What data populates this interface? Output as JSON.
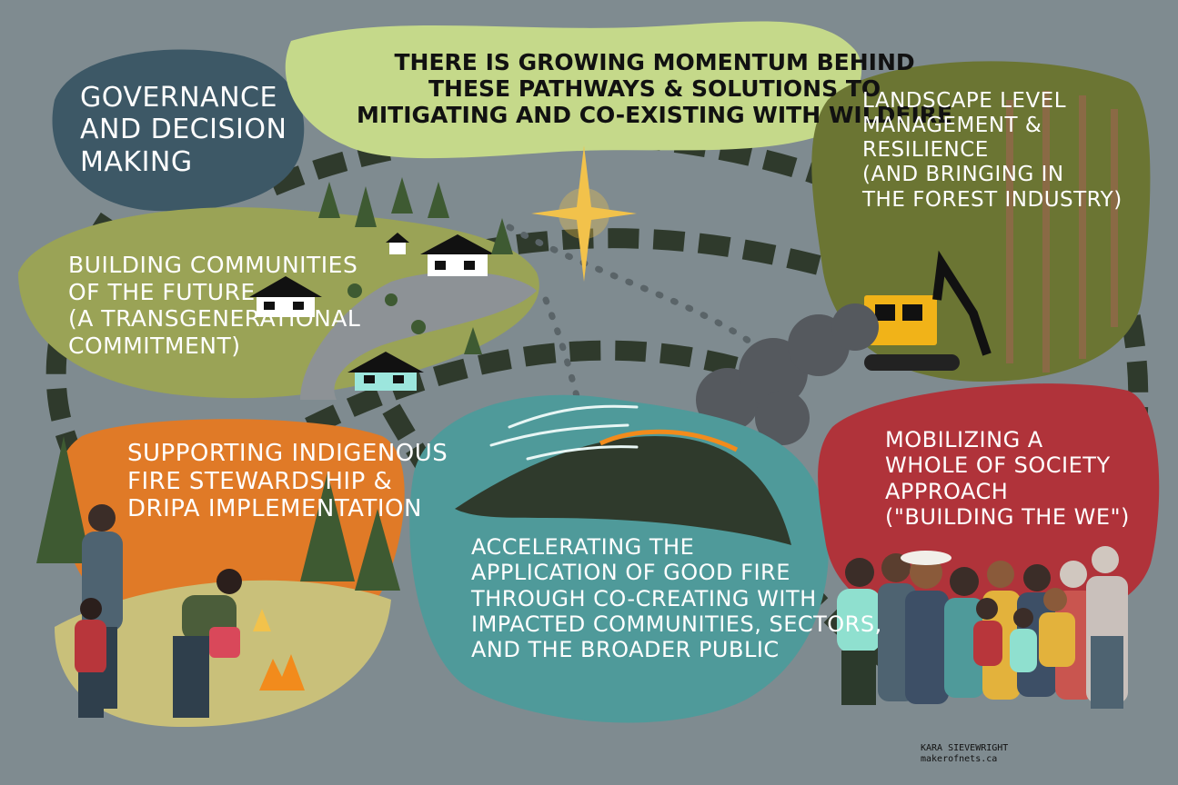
{
  "banner": {
    "lines": [
      "THERE IS GROWING MOMENTUM  BEHIND",
      "THESE PATHWAYS & SOLUTIONS TO",
      "MITIGATING AND CO-EXISTING WITH WILDFIRE"
    ]
  },
  "governance": {
    "lines": [
      "GOVERNANCE",
      "AND DECISION",
      "MAKING"
    ]
  },
  "communities": {
    "lines": [
      "BUILDING COMMUNITIES",
      "OF THE FUTURE",
      "(A TRANSGENERATIONAL",
      "COMMITMENT)"
    ]
  },
  "landscape": {
    "lines": [
      "LANDSCAPE LEVEL",
      "MANAGEMENT &",
      "RESILIENCE",
      "(AND BRINGING IN",
      "THE FOREST INDUSTRY)"
    ]
  },
  "indigenous": {
    "lines": [
      "SUPPORTING INDIGENOUS",
      "FIRE STEWARDSHIP &",
      "DRIPA IMPLEMENTATION"
    ]
  },
  "accelerating": {
    "lines": [
      "ACCELERATING THE",
      "APPLICATION OF GOOD FIRE",
      "THROUGH CO-CREATING WITH",
      "IMPACTED COMMUNITIES, SECTORS,",
      "AND THE BROADER PUBLIC"
    ]
  },
  "society": {
    "lines": [
      "MOBILIZING A",
      "WHOLE OF SOCIETY",
      "APPROACH",
      "(\"BUILDING THE WE\")"
    ]
  },
  "signature": {
    "name": "KARA SIEVEWRIGHT",
    "site": "makerofnets.ca"
  },
  "colors": {
    "background": "#7f8b90",
    "banner": "#c5d98a",
    "governance": "#3d5866",
    "communities": "#9aa356",
    "landscape": "#6b7533",
    "indigenous": "#e07a27",
    "accelerating": "#4f9a9a",
    "society": "#b0333a",
    "path": "#2f3a2c"
  }
}
